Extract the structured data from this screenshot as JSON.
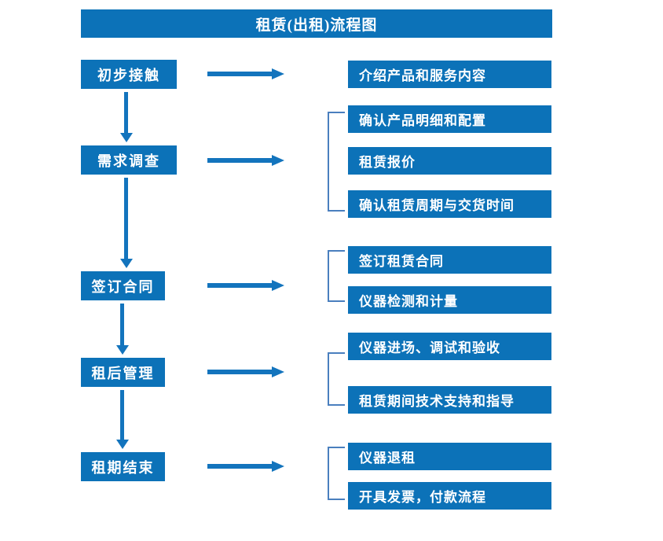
{
  "title": "租赁(出租)流程图",
  "colors": {
    "box_blue": "#0c72b8",
    "arrow_blue": "#1374bd",
    "bracket_blue": "#4a7fbe",
    "text_white": "#ffffff",
    "background": "#ffffff"
  },
  "stages": [
    {
      "label": "初步接触"
    },
    {
      "label": "需求调查"
    },
    {
      "label": "签订合同"
    },
    {
      "label": "租后管理"
    },
    {
      "label": "租期结束"
    }
  ],
  "task_groups": [
    {
      "stage": "初步接触",
      "bracketed": false,
      "tasks": [
        {
          "label": "介绍产品和服务内容"
        }
      ]
    },
    {
      "stage": "需求调查",
      "bracketed": true,
      "tasks": [
        {
          "label": "确认产品明细和配置"
        },
        {
          "label": "租赁报价"
        },
        {
          "label": "确认租赁周期与交货时间"
        }
      ]
    },
    {
      "stage": "签订合同",
      "bracketed": true,
      "tasks": [
        {
          "label": "签订租赁合同"
        },
        {
          "label": "仪器检测和计量"
        }
      ]
    },
    {
      "stage": "租后管理",
      "bracketed": true,
      "tasks": [
        {
          "label": "仪器进场、调试和验收"
        },
        {
          "label": "租赁期间技术支持和指导"
        }
      ]
    },
    {
      "stage": "租期结束",
      "bracketed": true,
      "tasks": [
        {
          "label": "仪器退租"
        },
        {
          "label": "开具发票，付款流程"
        }
      ]
    }
  ],
  "connectors": {
    "stage_to_task_arrow": "right-arrow-icon",
    "stage_to_stage_arrow": "down-arrow-icon",
    "group_bracket": "bracket-icon"
  }
}
